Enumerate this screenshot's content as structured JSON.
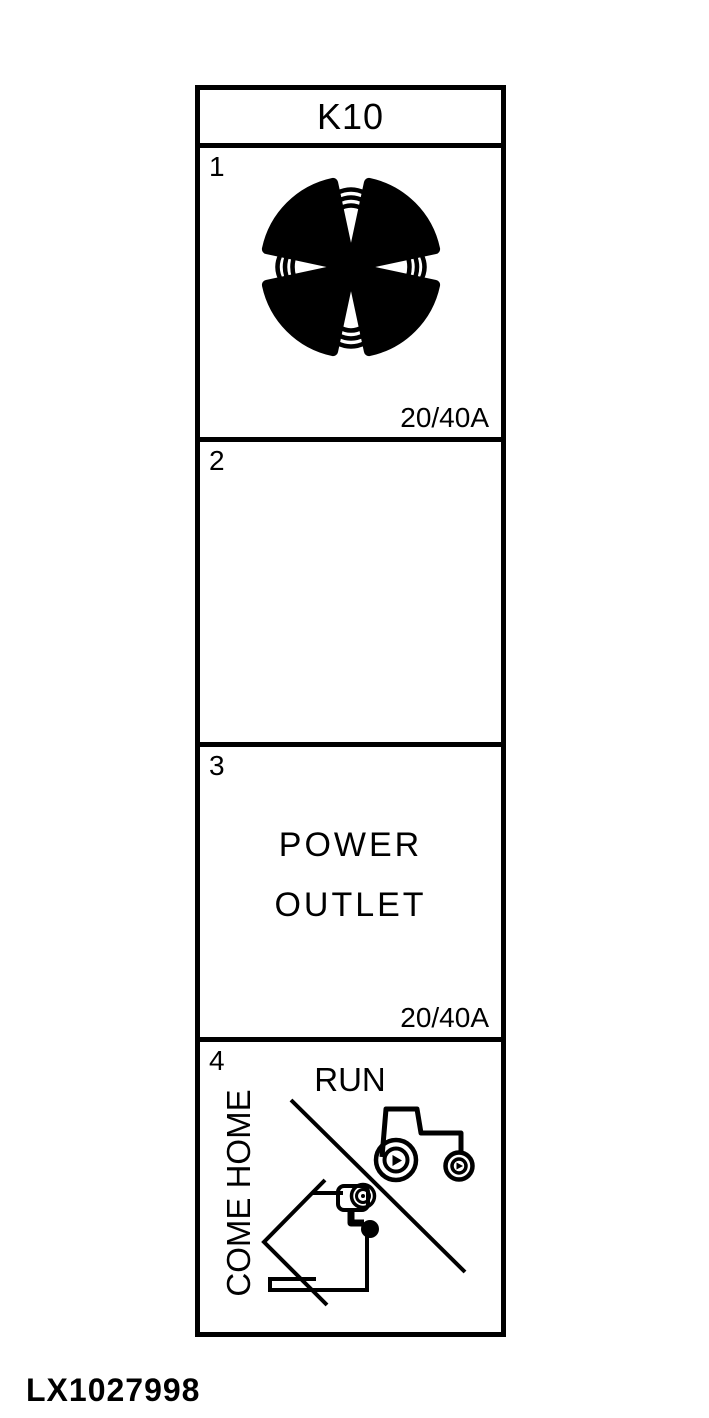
{
  "relay": {
    "title": "K10",
    "slot1": {
      "number": "1",
      "rating": "20/40A",
      "icon": "fan-icon"
    },
    "slot2": {
      "number": "2"
    },
    "slot3": {
      "number": "3",
      "line1": "POWER",
      "line2": "OUTLET",
      "rating": "20/40A"
    },
    "slot4": {
      "number": "4",
      "run_label": "RUN",
      "come_home_label": "COME HOME",
      "icons": [
        "tractor-icon",
        "come-home-lamp-icon",
        "run-come-home-divider"
      ]
    }
  },
  "footer": {
    "figure_id": "LX1027998"
  },
  "colors": {
    "ink": "#000000",
    "paper": "#ffffff"
  }
}
